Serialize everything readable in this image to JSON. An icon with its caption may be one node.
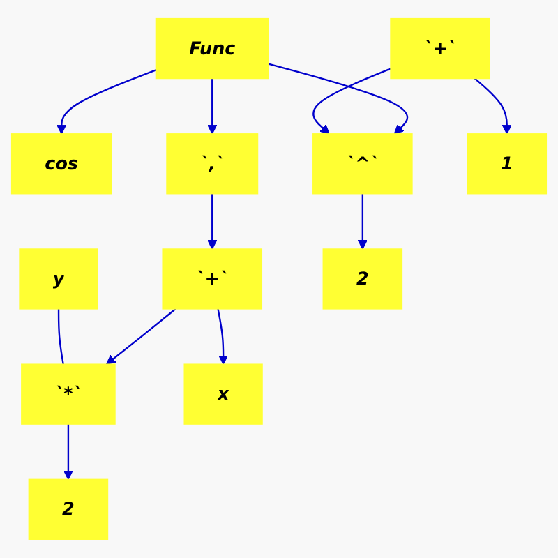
{
  "diagram": {
    "nodes": [
      {
        "text": [
          "`*`"
        ]
      },
      {
        "text": [
          "y"
        ]
      },
      {
        "text": [
          "`+`"
        ]
      },
      {
        "text": [
          "x"
        ]
      },
      {
        "text": [
          "`+`"
        ]
      },
      {
        "text": [
          "cos"
        ]
      },
      {
        "text": [
          "`,`"
        ]
      },
      {
        "text": [
          "`^`"
        ]
      },
      {
        "text": [
          "1"
        ]
      },
      {
        "text": [
          "Func"
        ]
      },
      {
        "text": [
          "2"
        ]
      },
      {
        "text": [
          "2"
        ]
      }
    ],
    "edges": [
      {
        "from": 1,
        "to": 0,
        "arrow": "none"
      },
      {
        "from": 0,
        "to": 10,
        "arrow": "to"
      },
      {
        "from": 4,
        "to": 0,
        "arrow": "to"
      },
      {
        "from": 2,
        "to": 8,
        "arrow": "to"
      },
      {
        "from": 2,
        "to": 7,
        "arrow": "to"
      },
      {
        "from": 4,
        "to": 3,
        "arrow": "to"
      },
      {
        "from": 6,
        "to": 4,
        "arrow": "to"
      },
      {
        "from": 9,
        "to": 6,
        "arrow": "to"
      },
      {
        "from": 9,
        "to": 5,
        "arrow": "to"
      },
      {
        "from": 9,
        "to": 7,
        "arrow": "to"
      },
      {
        "from": 7,
        "to": 11,
        "arrow": "to"
      }
    ]
  }
}
